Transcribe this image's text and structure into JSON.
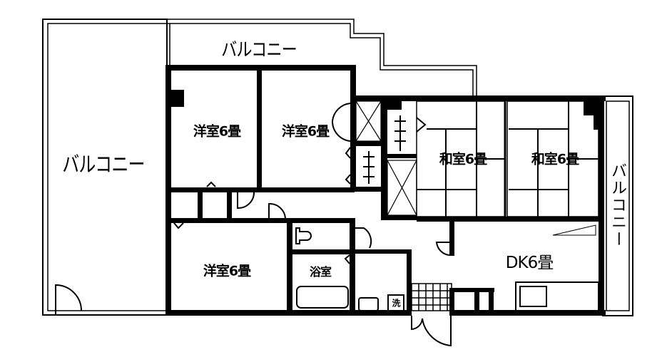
{
  "floor_plan": {
    "colors": {
      "wall": "#000000",
      "background": "#ffffff"
    },
    "rooms": [
      {
        "id": "balcony-left",
        "label": "バルコニー",
        "type": "balcony"
      },
      {
        "id": "balcony-top",
        "label": "バルコニー",
        "type": "balcony"
      },
      {
        "id": "balcony-right",
        "label": "バルコニー",
        "type": "balcony"
      },
      {
        "id": "western-room-1",
        "label": "洋室6畳",
        "type": "western room",
        "size_jo": 6
      },
      {
        "id": "western-room-2",
        "label": "洋室6畳",
        "type": "western room",
        "size_jo": 6
      },
      {
        "id": "western-room-3",
        "label": "洋室6畳",
        "type": "western room",
        "size_jo": 6
      },
      {
        "id": "japanese-room-1",
        "label": "和室6畳",
        "type": "japanese room",
        "size_jo": 6
      },
      {
        "id": "japanese-room-2",
        "label": "和室6畳",
        "type": "japanese room",
        "size_jo": 6
      },
      {
        "id": "dining-kitchen",
        "label": "DK6畳",
        "type": "dining kitchen",
        "size_jo": 6
      },
      {
        "id": "bathroom",
        "label": "浴室",
        "type": "bathroom"
      },
      {
        "id": "washer-space",
        "label": "洗",
        "type": "washing machine space"
      }
    ],
    "fixtures": [
      "toilet",
      "bathtub",
      "washbasin",
      "kitchen-sink",
      "closets",
      "entrance-tile-floor"
    ]
  }
}
